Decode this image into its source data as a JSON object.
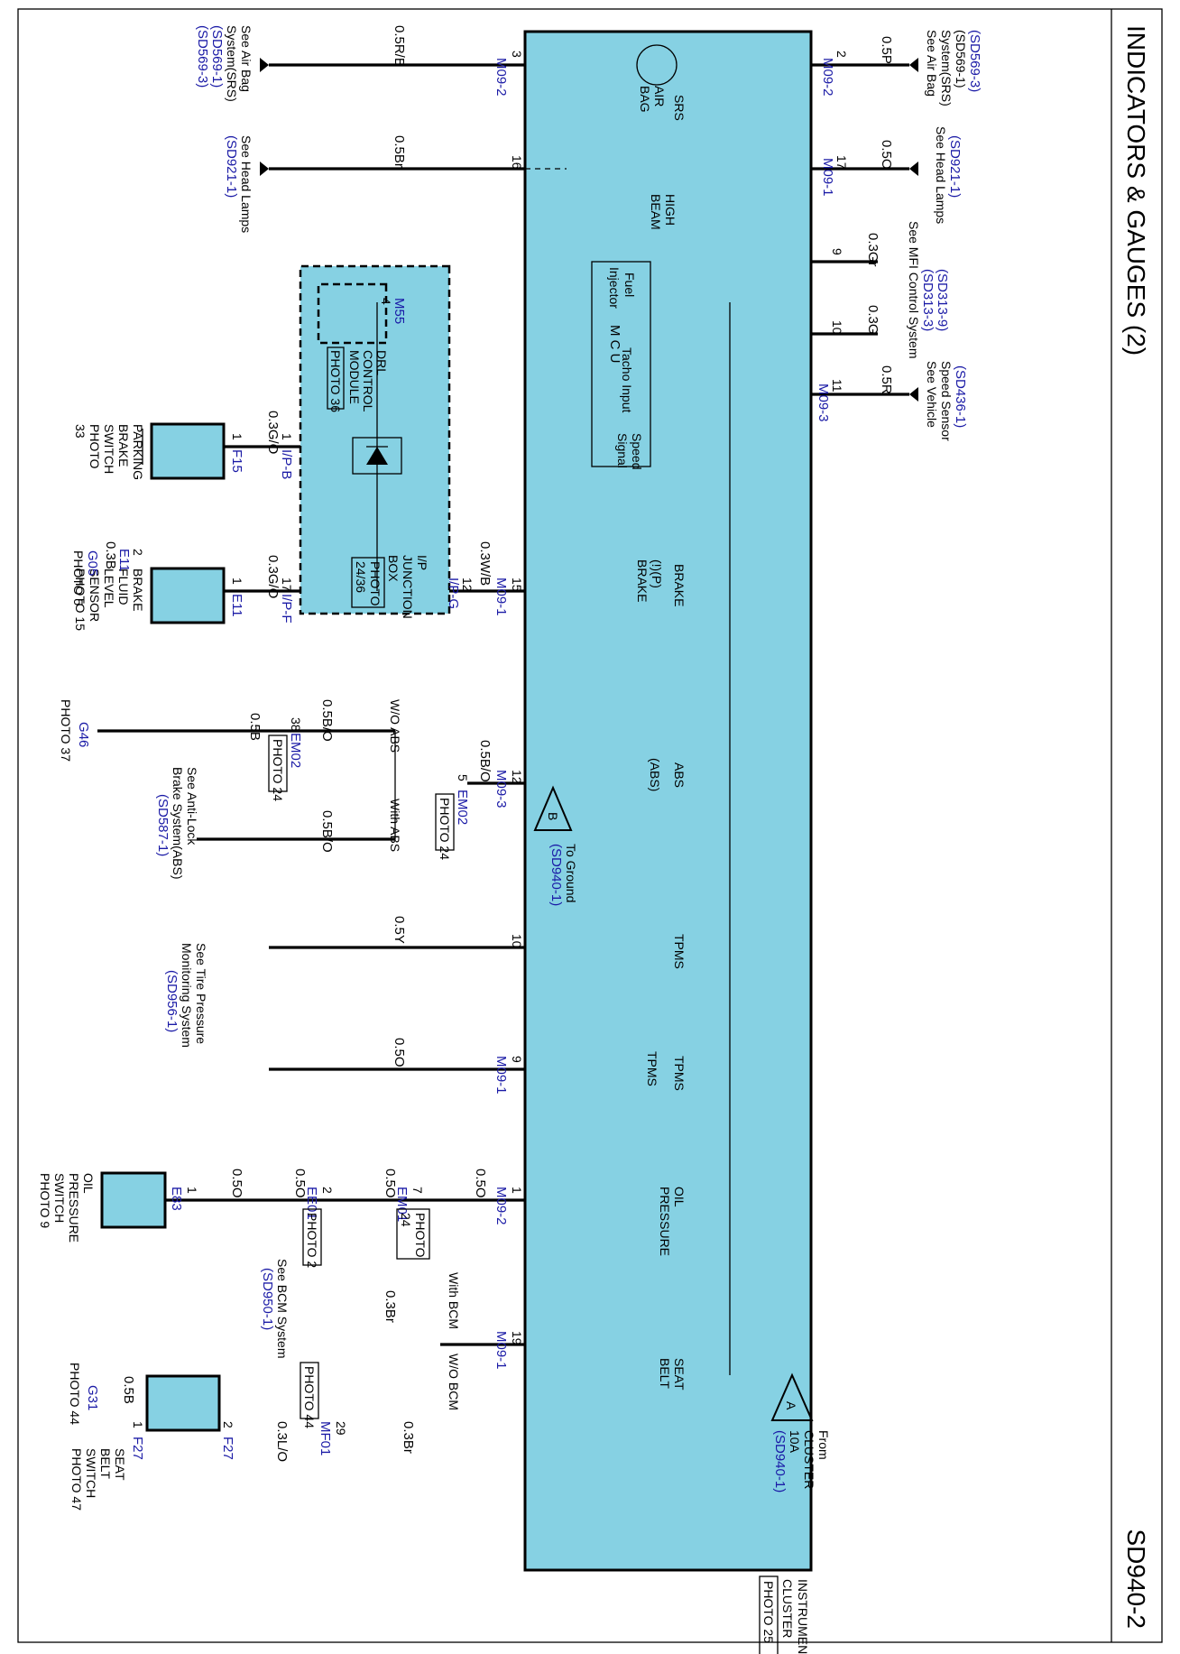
{
  "header": {
    "title": "INDICATORS & GAUGES (2)",
    "code": "SD940-2"
  },
  "cluster": {
    "name_1": "INSTRUMENT",
    "name_2": "CLUSTER",
    "photo": "PHOTO 25"
  },
  "fill_color": "#86d1e3",
  "from": {
    "l1": "From",
    "l2": "CLUSTER",
    "l3": "10A",
    "ref": "(SD940-1)",
    "node": "A"
  },
  "to_ground": {
    "l1": "To Ground",
    "ref": "(SD940-1)",
    "node": "B"
  },
  "mcu": {
    "label": "M C U",
    "fuel": [
      "Fuel",
      "Injector"
    ],
    "tacho": "Tacho Input",
    "speed": [
      "Speed",
      "Signal"
    ]
  },
  "indicators": {
    "srs": {
      "name": "SRS",
      "sym": [
        "AIR",
        "BAG"
      ]
    },
    "high_beam": [
      "HIGH",
      "BEAM"
    ],
    "brake": {
      "name": "BRAKE",
      "sym": "(!)(P)",
      "sym2": "BRAKE"
    },
    "abs": {
      "name": "ABS",
      "sym": "(ABS)"
    },
    "tpms1": "TPMS",
    "tpms2": {
      "name": "TPMS",
      "sym": "TPMS"
    },
    "oil": [
      "OIL",
      "PRESSURE"
    ],
    "seat": [
      "SEAT",
      "BELT"
    ]
  },
  "right_refs": {
    "srs": {
      "wire": "0.5P",
      "pin": "2",
      "conn": "M09-2",
      "text": [
        "See Air Bag",
        "System(SRS)",
        "(SD569-1)"
      ],
      "links": [
        "(SD569-3)"
      ]
    },
    "head": {
      "wire": "0.5O",
      "pin": "17",
      "conn": "M09-1",
      "text": [
        "See Head Lamps"
      ],
      "links": [
        "(SD921-1)"
      ]
    },
    "mfi": {
      "text": [
        "See MFI Control System"
      ],
      "links": [
        "(SD313-3)",
        "(SD313-9)"
      ]
    },
    "fuel": {
      "wire": "0.3Gr",
      "pin": "9"
    },
    "tacho": {
      "wire": "0.3G",
      "pin": "10"
    },
    "speed": {
      "wire": "0.5R",
      "pin": "11",
      "conn": "M09-3",
      "text": [
        "See Vehicle",
        "Speed Sensor"
      ],
      "links": [
        "(SD436-1)"
      ]
    }
  },
  "left_refs": {
    "srs": {
      "wire": "0.5R/B",
      "pin": "3",
      "conn": "M09-2",
      "text": [
        "See Air Bag",
        "System(SRS)"
      ],
      "links": [
        "(SD569-1)",
        "(SD569-3)"
      ]
    },
    "head": {
      "wire": "0.5Br",
      "pin": "16",
      "text": [
        "See Head Lamps"
      ],
      "links": [
        "(SD921-1)"
      ]
    }
  },
  "drl": {
    "title": [
      "DRL",
      "CONTROL",
      "MODULE"
    ],
    "photo": "PHOTO 36",
    "conn": "M55",
    "pin": "4"
  },
  "junction": {
    "title": [
      "I/P",
      "JUNCTION",
      "BOX"
    ],
    "photo": [
      "PHOTO",
      "24/36"
    ],
    "conn": "I/P-G",
    "pin": "12",
    "wire": "0.3W/B",
    "pin15": "15",
    "conn15": "M09-1"
  },
  "parking": {
    "title": [
      "PARKING",
      "BRAKE",
      "SWITCH"
    ],
    "photo": [
      "PHOTO",
      "33"
    ],
    "wire": "0.3G/O",
    "pin_jb": "1",
    "conn_jb": "I/P-B",
    "pin": "1",
    "conn": "F15"
  },
  "brake_fluid": {
    "title": [
      "BRAKE",
      "FLUID",
      "LEVEL",
      "SENSOR"
    ],
    "photo": "PHOTO 15",
    "wire": "0.3G/O",
    "pin_jb": "17",
    "conn_jb": "I/P-F",
    "pin1": "1",
    "conn1": "E11",
    "pin2": "2",
    "conn2": "E11",
    "gnd_wire": "0.3B",
    "gnd": "G05",
    "gnd_photo": "PHOTO 5"
  },
  "abs_circuit": {
    "pin": "12",
    "conn": "M09-3",
    "wire": "0.5B/O",
    "em02_pin": "5",
    "em02": "EM02",
    "em02_photo": "PHOTO 24",
    "wo_abs": "W/O ABS",
    "with_abs": "With ABS",
    "wire_wo": "0.5B/O",
    "pin38": "38",
    "em02b": "EM02",
    "em02b_photo": "PHOTO 24",
    "wire_gnd": "0.5B",
    "gnd": "G46",
    "gnd_photo": "PHOTO 37",
    "wire_with": "0.5B/O",
    "ref_text": [
      "See Anti-Lock",
      "Brake System(ABS)"
    ],
    "ref_link": "(SD587-1)"
  },
  "tpms_refs": {
    "wire1": "0.5Y",
    "pin1": "10",
    "wire2": "0.5O",
    "pin2": "9",
    "conn": "M09-1",
    "text": [
      "See Tire Pressure",
      "Monitoring System"
    ],
    "link": "(SD956-1)"
  },
  "oil_circuit": {
    "wire1": "0.5O",
    "pin1": "1",
    "conn1": "M09-2",
    "wire2": "0.5O",
    "pin2": "7",
    "conn2": "EM01",
    "photo2": [
      "PHOTO",
      "24"
    ],
    "wire3": "0.5O",
    "pin3": "2",
    "conn3": "EE01",
    "photo3": "PHOTO 2",
    "wire4": "0.5O",
    "pin4": "1",
    "conn4": "E83",
    "title": [
      "OIL",
      "PRESSURE",
      "SWITCH"
    ],
    "photo": "PHOTO 9"
  },
  "seat_circuit": {
    "pin": "19",
    "conn": "M09-1",
    "with_bcm": "With BCM",
    "wo_bcm": "W/O BCM",
    "wire_bcm": "0.3Br",
    "bcm_text": "See BCM System",
    "bcm_link": "(SD950-1)",
    "wire_a": "0.3Br",
    "pin29": "29",
    "mf01": "MF01",
    "mf01_photo": "PHOTO 44",
    "wire_b": "0.3L/O",
    "pin2": "2",
    "f27a": "F27",
    "pin1": "1",
    "f27b": "F27",
    "title": [
      "SEAT",
      "BELT",
      "SWITCH"
    ],
    "photo": "PHOTO 47",
    "gnd_wire": "0.5B",
    "gnd": "G31",
    "gnd_photo": "PHOTO 44"
  }
}
